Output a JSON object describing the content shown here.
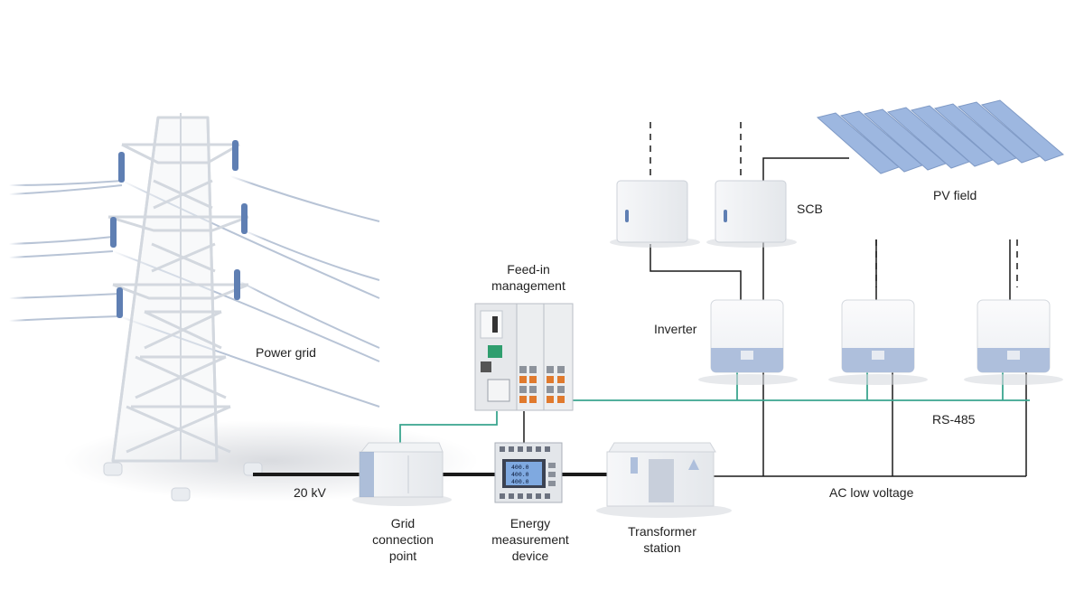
{
  "labels": {
    "power_grid": "Power grid",
    "feed_in_line1": "Feed-in",
    "feed_in_line2": "management",
    "scb": "SCB",
    "pv_field": "PV field",
    "inverter": "Inverter",
    "rs485": "RS-485",
    "voltage_20kv": "20 kV",
    "grid_conn_line1": "Grid",
    "grid_conn_line2": "connection",
    "grid_conn_line3": "point",
    "energy_line1": "Energy",
    "energy_line2": "measurement",
    "energy_line3": "device",
    "transformer_line1": "Transformer",
    "transformer_line2": "station",
    "ac_low_voltage": "AC low voltage"
  },
  "meter_display": [
    "400.0",
    "400.0",
    "400.0"
  ],
  "colors": {
    "power_line": "#1a1a1a",
    "rs485_line": "#3aa58f",
    "tower": "#e6e9ee",
    "insulator": "#5f7fb3",
    "cable": "#b8c4d6",
    "inverter_band": "#aebfdc",
    "pv_panel": "#9db7e0"
  }
}
